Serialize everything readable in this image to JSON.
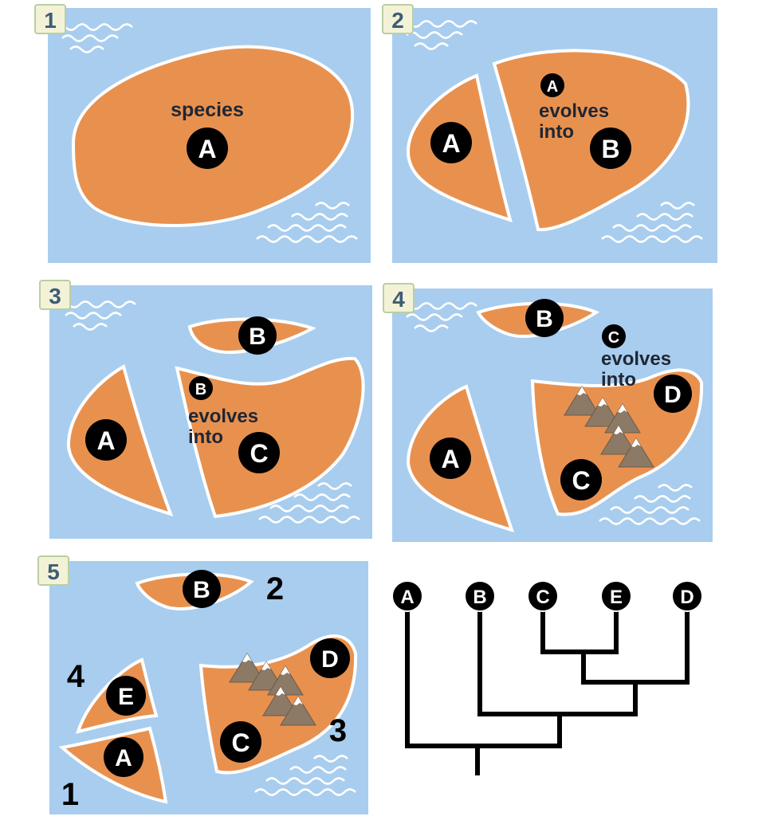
{
  "colors": {
    "water": "#a8cdee",
    "land": "#e8914f",
    "land_edge": "#ffffff",
    "badge_fill": "#f4f2d6",
    "badge_edge": "#b9cfa3",
    "badge_text": "#3d5d78",
    "circle": "#000000",
    "circle_text": "#ffffff",
    "label_text": "#1f2633",
    "tree_line": "#000000",
    "mountain": "#8c7a66",
    "snow": "#ffffff"
  },
  "icons": [
    "wave-icon",
    "mountain-icon"
  ],
  "panels": [
    {
      "number": "1",
      "words": [
        "species"
      ],
      "species": [
        "A"
      ]
    },
    {
      "number": "2",
      "words": [
        "evolves",
        "into"
      ],
      "species": [
        "A",
        "A",
        "B"
      ]
    },
    {
      "number": "3",
      "words": [
        "evolves",
        "into"
      ],
      "species": [
        "B",
        "B",
        "A",
        "C"
      ]
    },
    {
      "number": "4",
      "words": [
        "evolves",
        "into"
      ],
      "species": [
        "B",
        "C",
        "D",
        "A",
        "C"
      ]
    },
    {
      "number": "5",
      "species": [
        "B",
        "D",
        "E",
        "A",
        "C"
      ],
      "island_numbers": [
        "2",
        "4",
        "3",
        "1"
      ]
    }
  ],
  "tree": {
    "leaves": [
      "A",
      "B",
      "C",
      "E",
      "D"
    ]
  }
}
